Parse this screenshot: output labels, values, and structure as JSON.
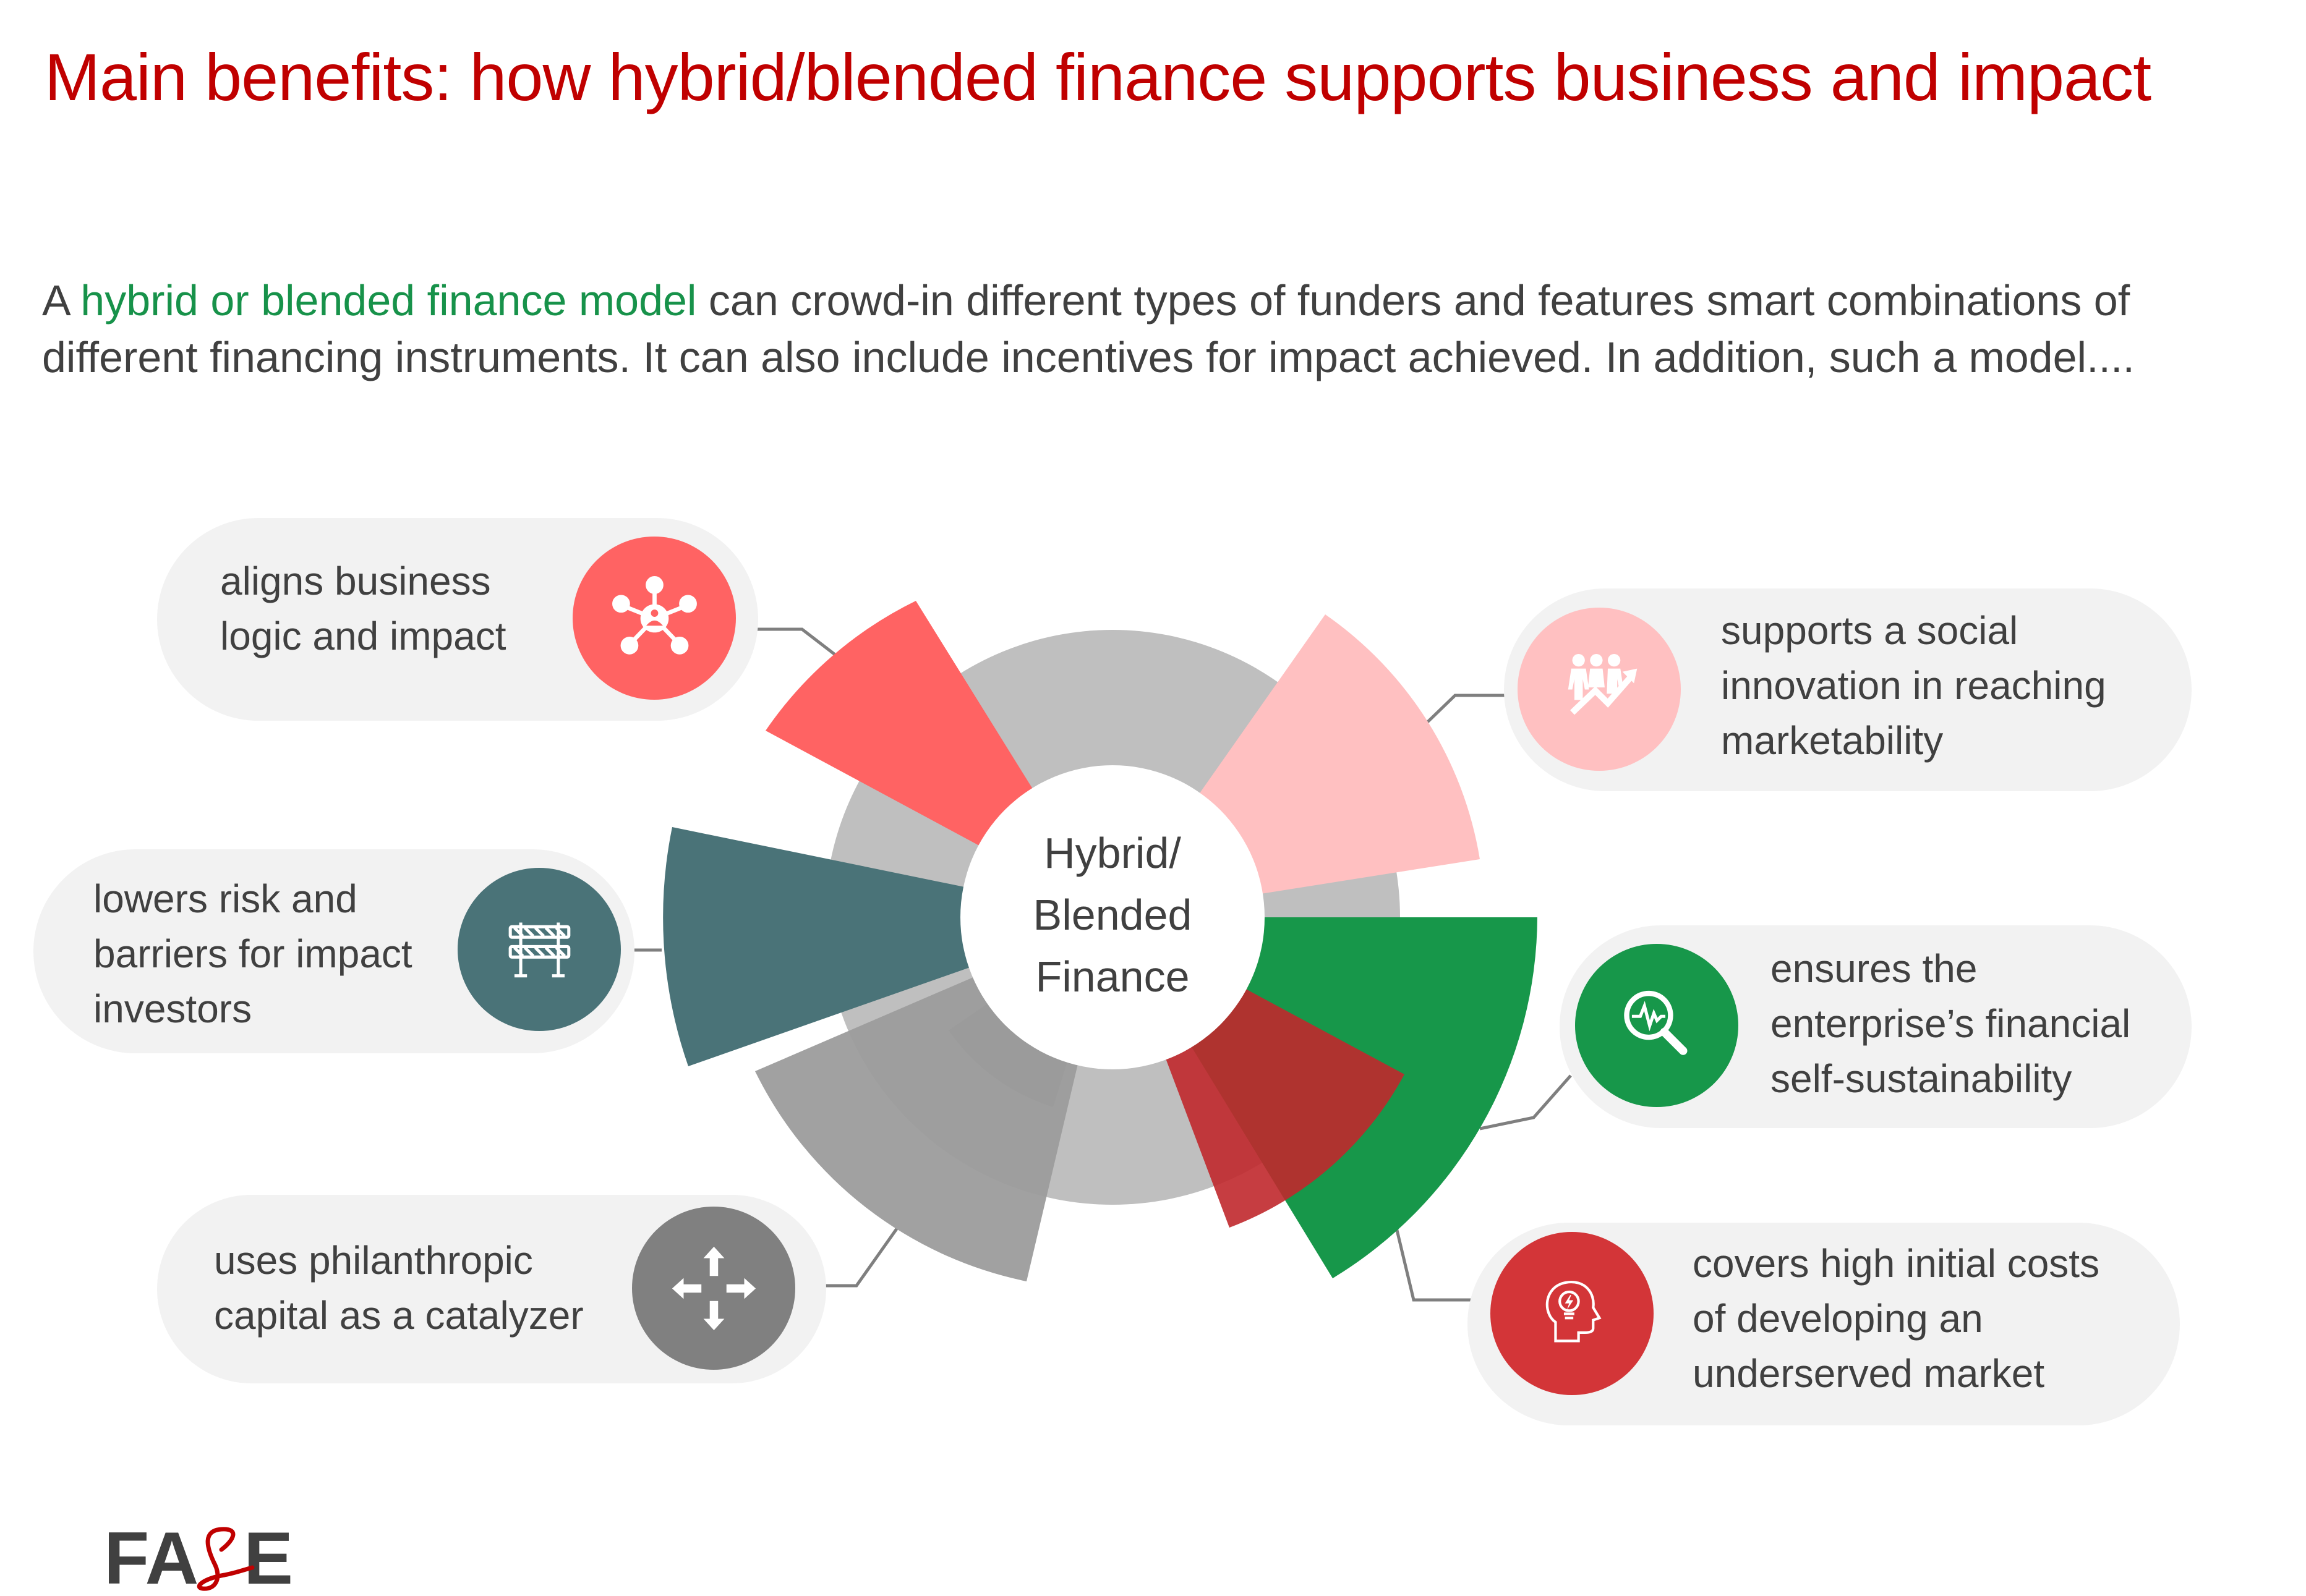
{
  "title": "Main benefits: how hybrid/blended finance supports business and impact",
  "intro": {
    "prefix": "A ",
    "highlight": "hybrid or blended finance model",
    "line1_rest": " can crowd-in different types of funders and features smart combinations of",
    "line2": "different financing instruments. It can also include incentives for impact achieved. In addition, such a model...."
  },
  "colors": {
    "title": "#c00000",
    "highlight": "#17924a",
    "text": "#404040",
    "pill_bg": "#f2f2f2",
    "grey_ring": "#bfbfbf"
  },
  "center": {
    "line1": "Hybrid/",
    "line2": "Blended",
    "line3": "Finance"
  },
  "benefits": [
    {
      "id": "aligns",
      "lines": [
        "aligns business",
        "logic and impact"
      ],
      "icon": "network-person-icon",
      "color": "#ff6363"
    },
    {
      "id": "lowers-risk",
      "lines": [
        "lowers risk and",
        "barriers for impact",
        "investors"
      ],
      "icon": "road-barrier-icon",
      "color": "#4a7378"
    },
    {
      "id": "philanthropic",
      "lines": [
        "uses philanthropic",
        "capital as a catalyzer"
      ],
      "icon": "four-way-arrows-icon",
      "color": "#808080"
    },
    {
      "id": "social-innovation",
      "lines": [
        "supports a social",
        "innovation in reaching",
        "marketability"
      ],
      "icon": "people-growth-icon",
      "color": "#ffc0c1"
    },
    {
      "id": "self-sustainability",
      "lines": [
        "ensures the",
        "enterprise’s financial",
        "self-sustainability"
      ],
      "icon": "magnifier-pulse-icon",
      "color": "#17974a"
    },
    {
      "id": "initial-costs",
      "lines": [
        "covers high initial costs",
        "of developing an",
        "underserved market"
      ],
      "icon": "head-lightbulb-icon",
      "color": "#d33538"
    }
  ],
  "chart_data": {
    "type": "pie",
    "subtype": "polar-area / nightingale rose",
    "title": "Hybrid/ Blended Finance",
    "categories": [
      "aligns business logic and impact",
      "supports a social innovation in reaching marketability",
      "ensures the enterprise's financial self-sustainability",
      "covers high initial costs of developing an underserved market",
      "uses philanthropic capital as a catalyzer",
      "lowers risk and barriers for impact investors"
    ],
    "values": [
      540,
      590,
      660,
      520,
      620,
      640
    ],
    "colors": [
      "#ff6363",
      "#ffc0c1",
      "#17974a",
      "#c0282c",
      "#9a9a9a",
      "#4a7378"
    ],
    "notes": "Relative outer radii (px) of each petal; grey background ring and white center circle; no axes or numeric labels"
  },
  "logo": {
    "text_left": "FA",
    "text_right": "E",
    "accent_color": "#c00000"
  }
}
